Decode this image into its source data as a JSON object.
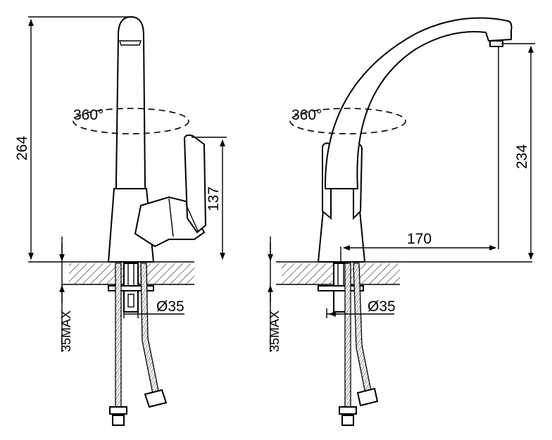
{
  "dimensions": {
    "left_height": "264",
    "lever_height": "137",
    "left_rotation": "360°",
    "right_rotation": "360°",
    "spout_height": "234",
    "spout_reach": "170",
    "left_hole_diameter": "Ø35",
    "right_hole_diameter": "Ø35",
    "left_counter_max": "35MAX",
    "right_counter_max": "35MAX"
  }
}
